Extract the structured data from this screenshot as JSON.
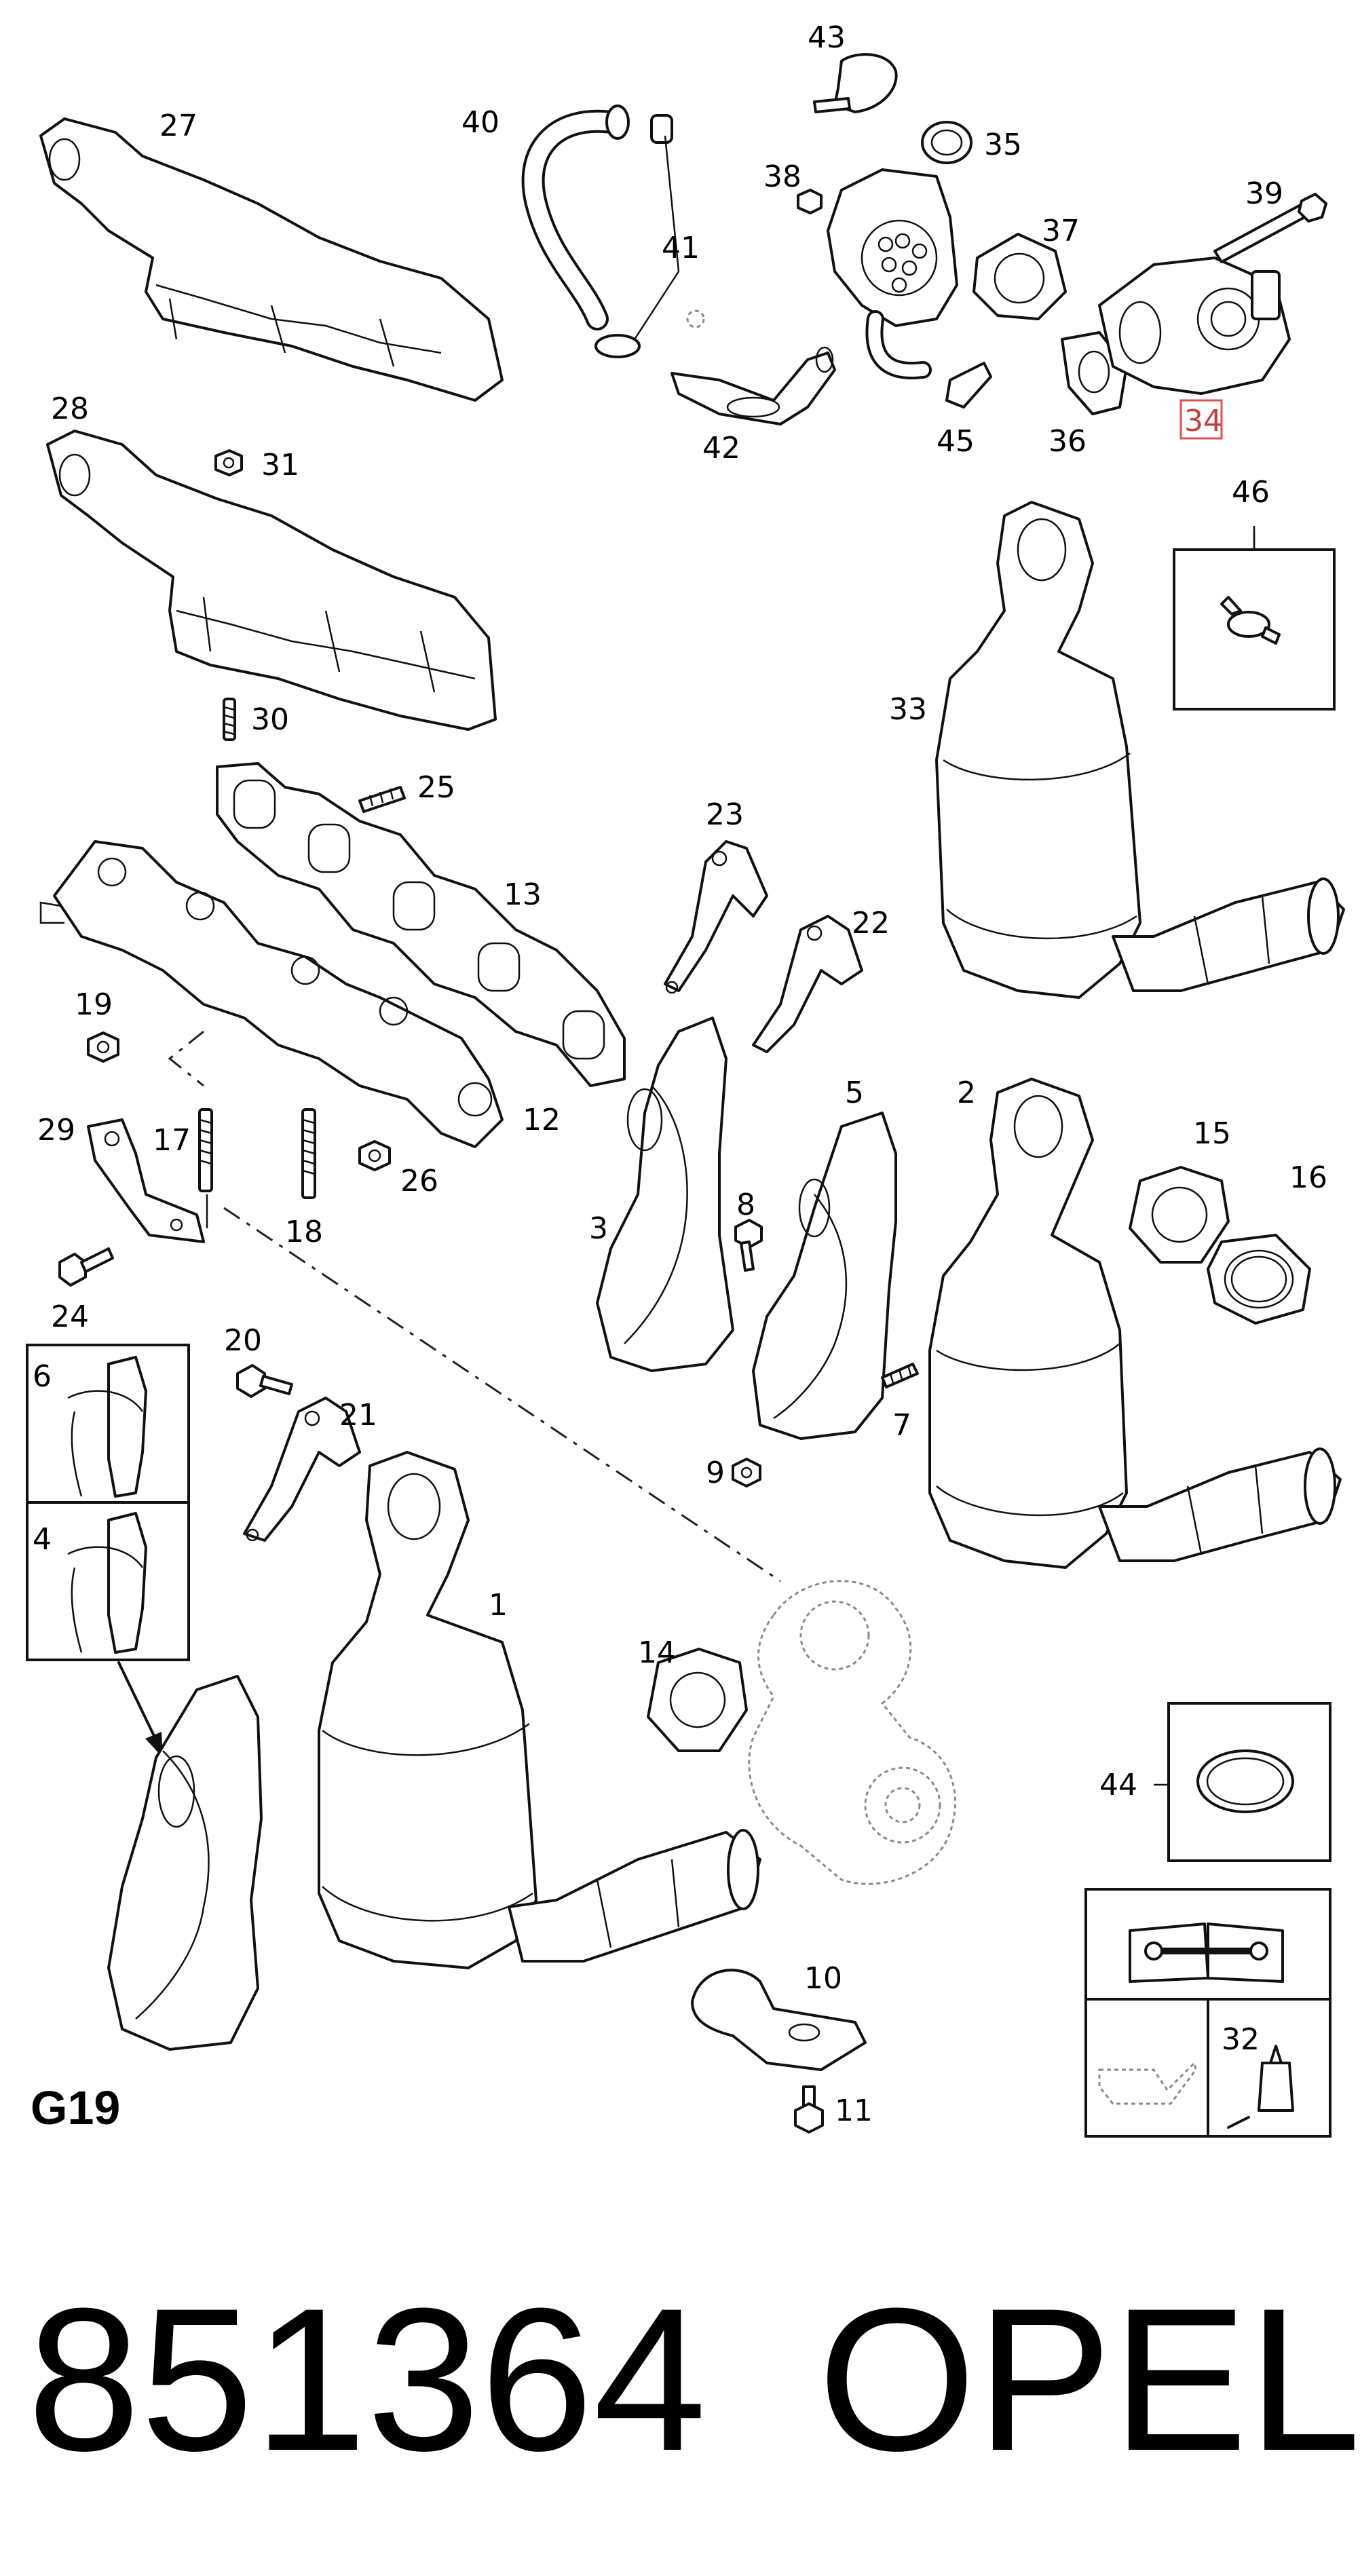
{
  "callouts": {
    "n1": "1",
    "n2": "2",
    "n3": "3",
    "n4": "4",
    "n5": "5",
    "n6": "6",
    "n7": "7",
    "n8": "8",
    "n9": "9",
    "n10": "10",
    "n11": "11",
    "n12": "12",
    "n13": "13",
    "n14": "14",
    "n15": "15",
    "n16": "16",
    "n17": "17",
    "n18": "18",
    "n19": "19",
    "n20": "20",
    "n21": "21",
    "n22": "22",
    "n23": "23",
    "n24": "24",
    "n25": "25",
    "n26": "26",
    "n27": "27",
    "n28": "28",
    "n29": "29",
    "n30": "30",
    "n31": "31",
    "n32": "32",
    "n33": "33",
    "n34": "34",
    "n35": "35",
    "n36": "36",
    "n37": "37",
    "n38": "38",
    "n39": "39",
    "n40": "40",
    "n41": "41",
    "n42": "42",
    "n43": "43",
    "n44": "44",
    "n45": "45",
    "n46": "46"
  },
  "group_label": "G19",
  "footer": {
    "part_number": "851364",
    "brand": "OPEL"
  },
  "colors": {
    "highlight": "#e05050",
    "line": "#111111",
    "ghost": "#8a8a8a"
  },
  "icons": {
    "manual": "open-book-wrench-icon",
    "oil": "oil-can-icon",
    "sealant": "sealant-tube-icon"
  }
}
